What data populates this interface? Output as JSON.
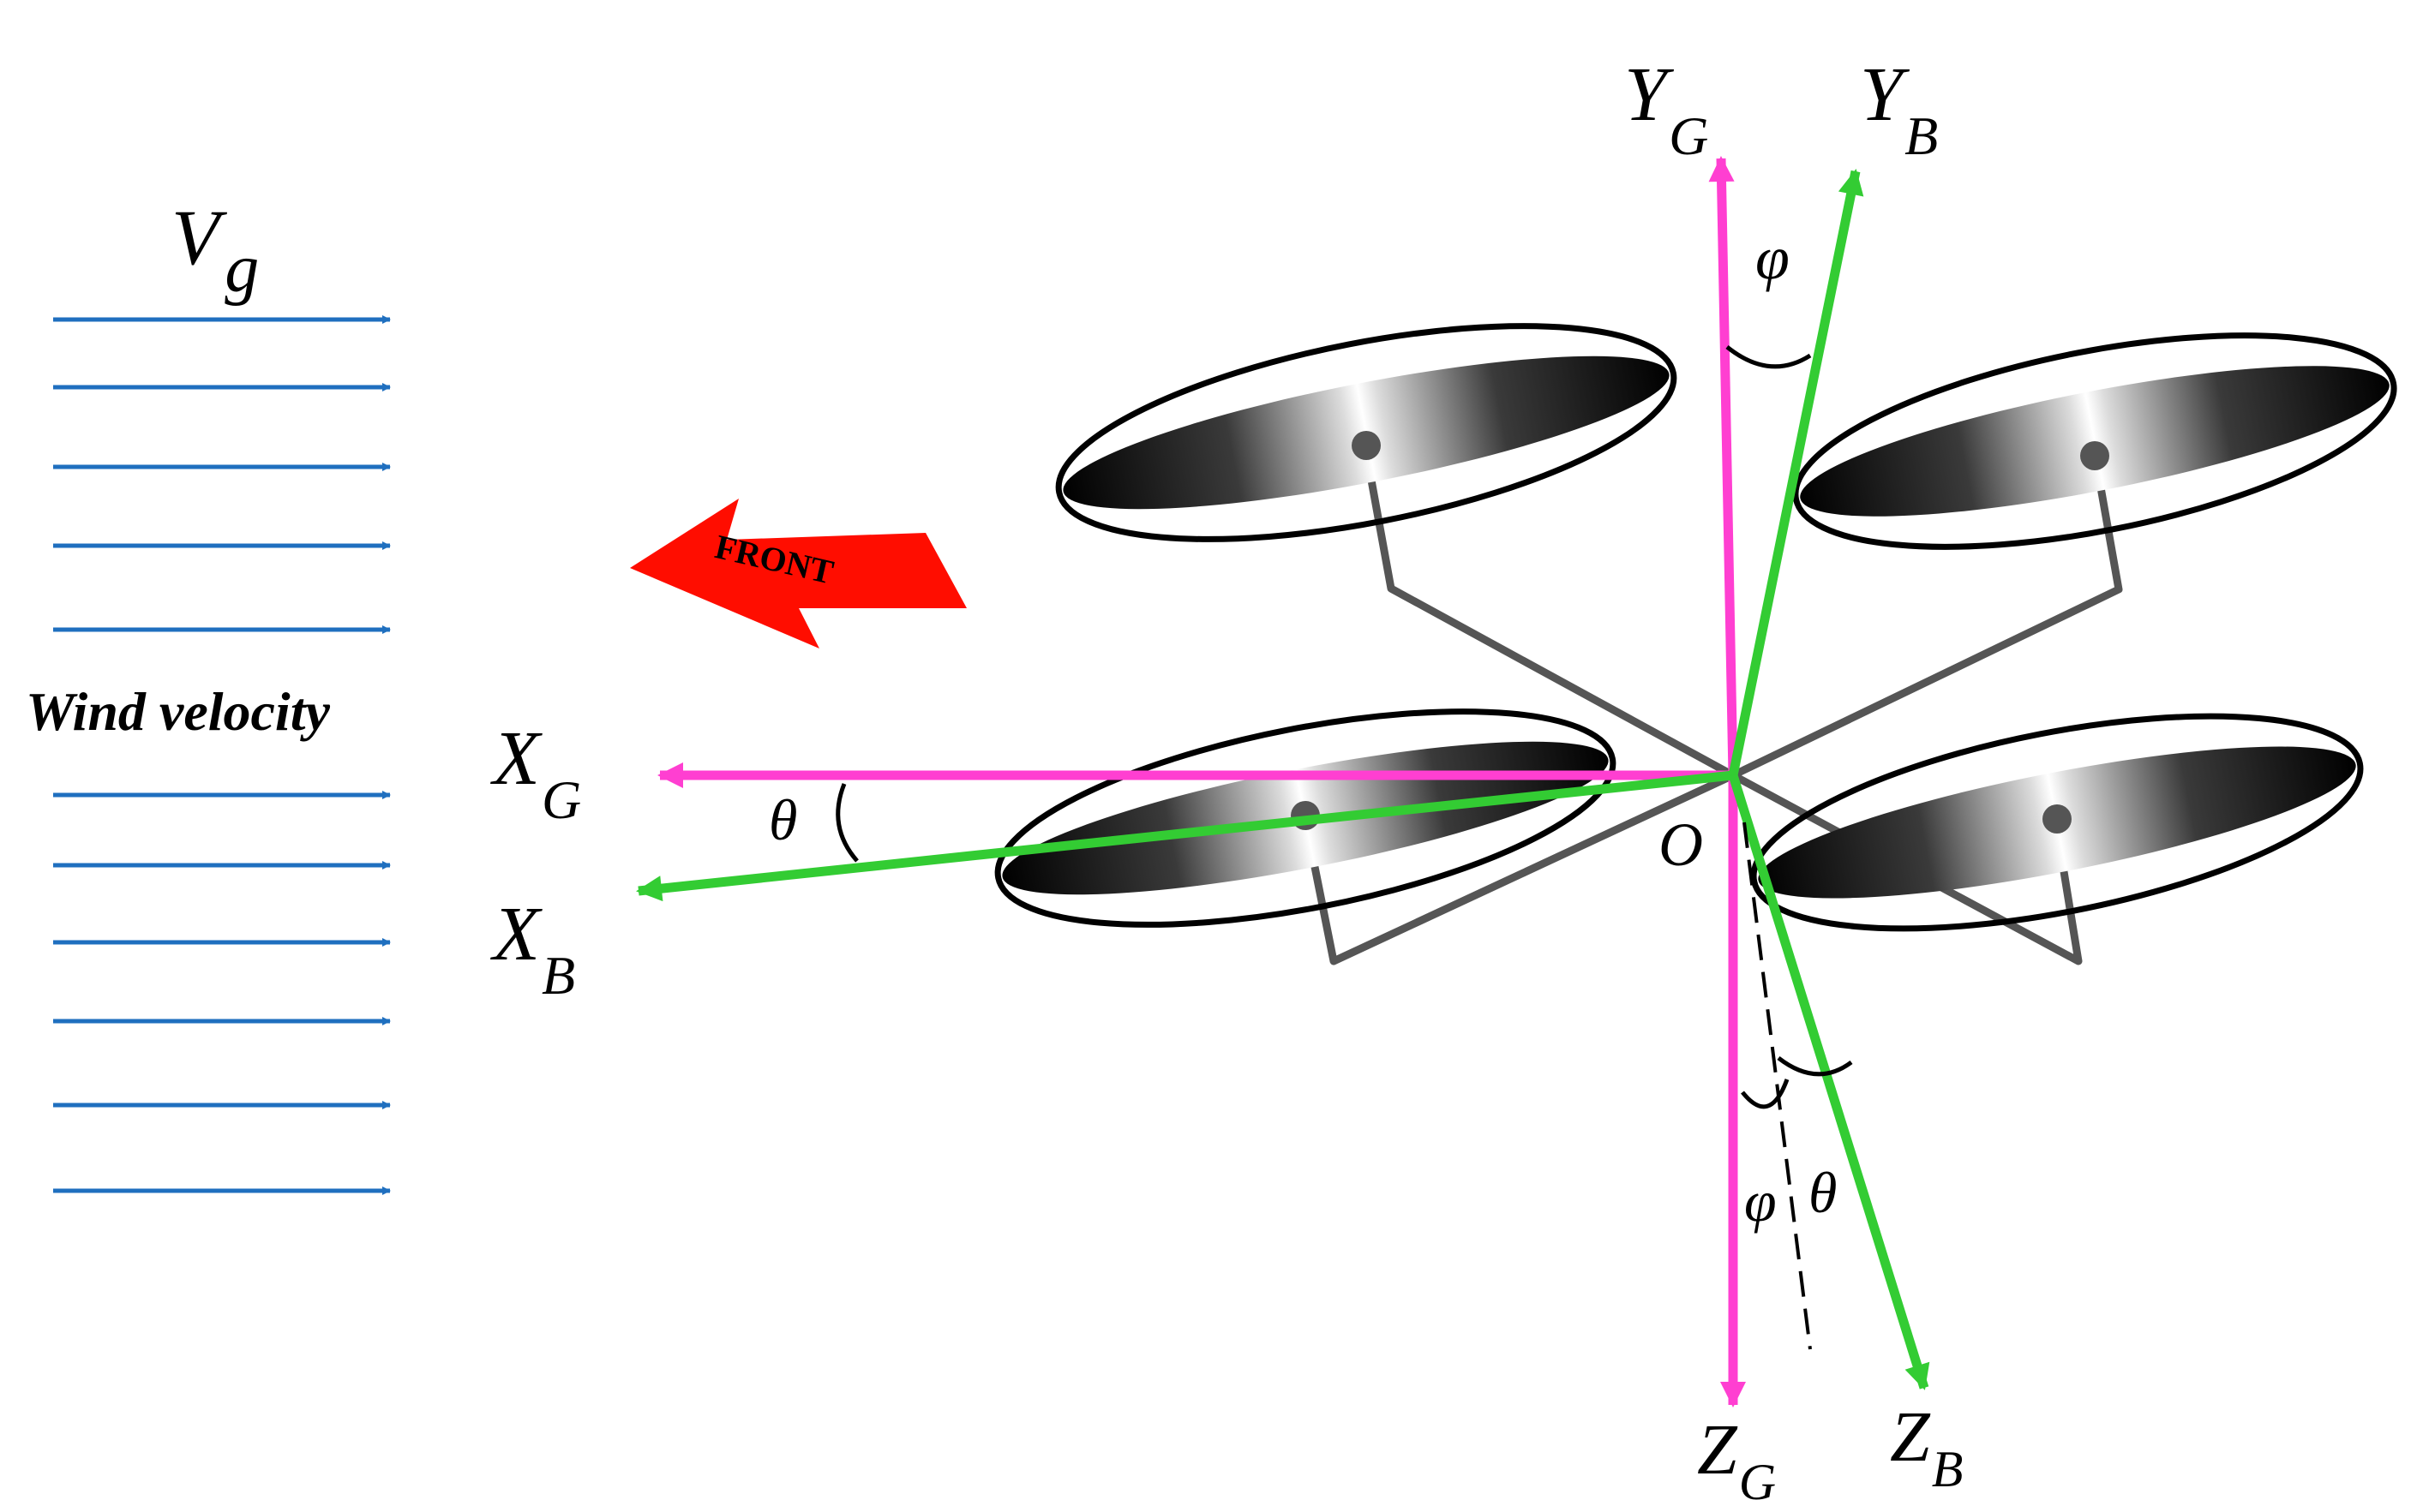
{
  "wind": {
    "symbol_main": "V",
    "symbol_sub": "g",
    "caption": "Wind velocity",
    "arrow_count": 11,
    "color": "#1f6fbf"
  },
  "front_label": "FRONT",
  "front_color": "#ff0d00",
  "origin_label": "O",
  "axes": {
    "xg": {
      "main": "X",
      "sub": "G"
    },
    "xb": {
      "main": "X",
      "sub": "B"
    },
    "yg": {
      "main": "Y",
      "sub": "G"
    },
    "yb": {
      "main": "Y",
      "sub": "B"
    },
    "zg": {
      "main": "Z",
      "sub": "G"
    },
    "zb": {
      "main": "Z",
      "sub": "B"
    }
  },
  "angles": {
    "roll_top": "φ",
    "pitch_left": "θ",
    "roll_bottom": "φ",
    "pitch_bottom": "θ"
  },
  "colors": {
    "ground_axes": "#ff3fd1",
    "body_axes": "#33cc33",
    "frame": "#555555"
  }
}
